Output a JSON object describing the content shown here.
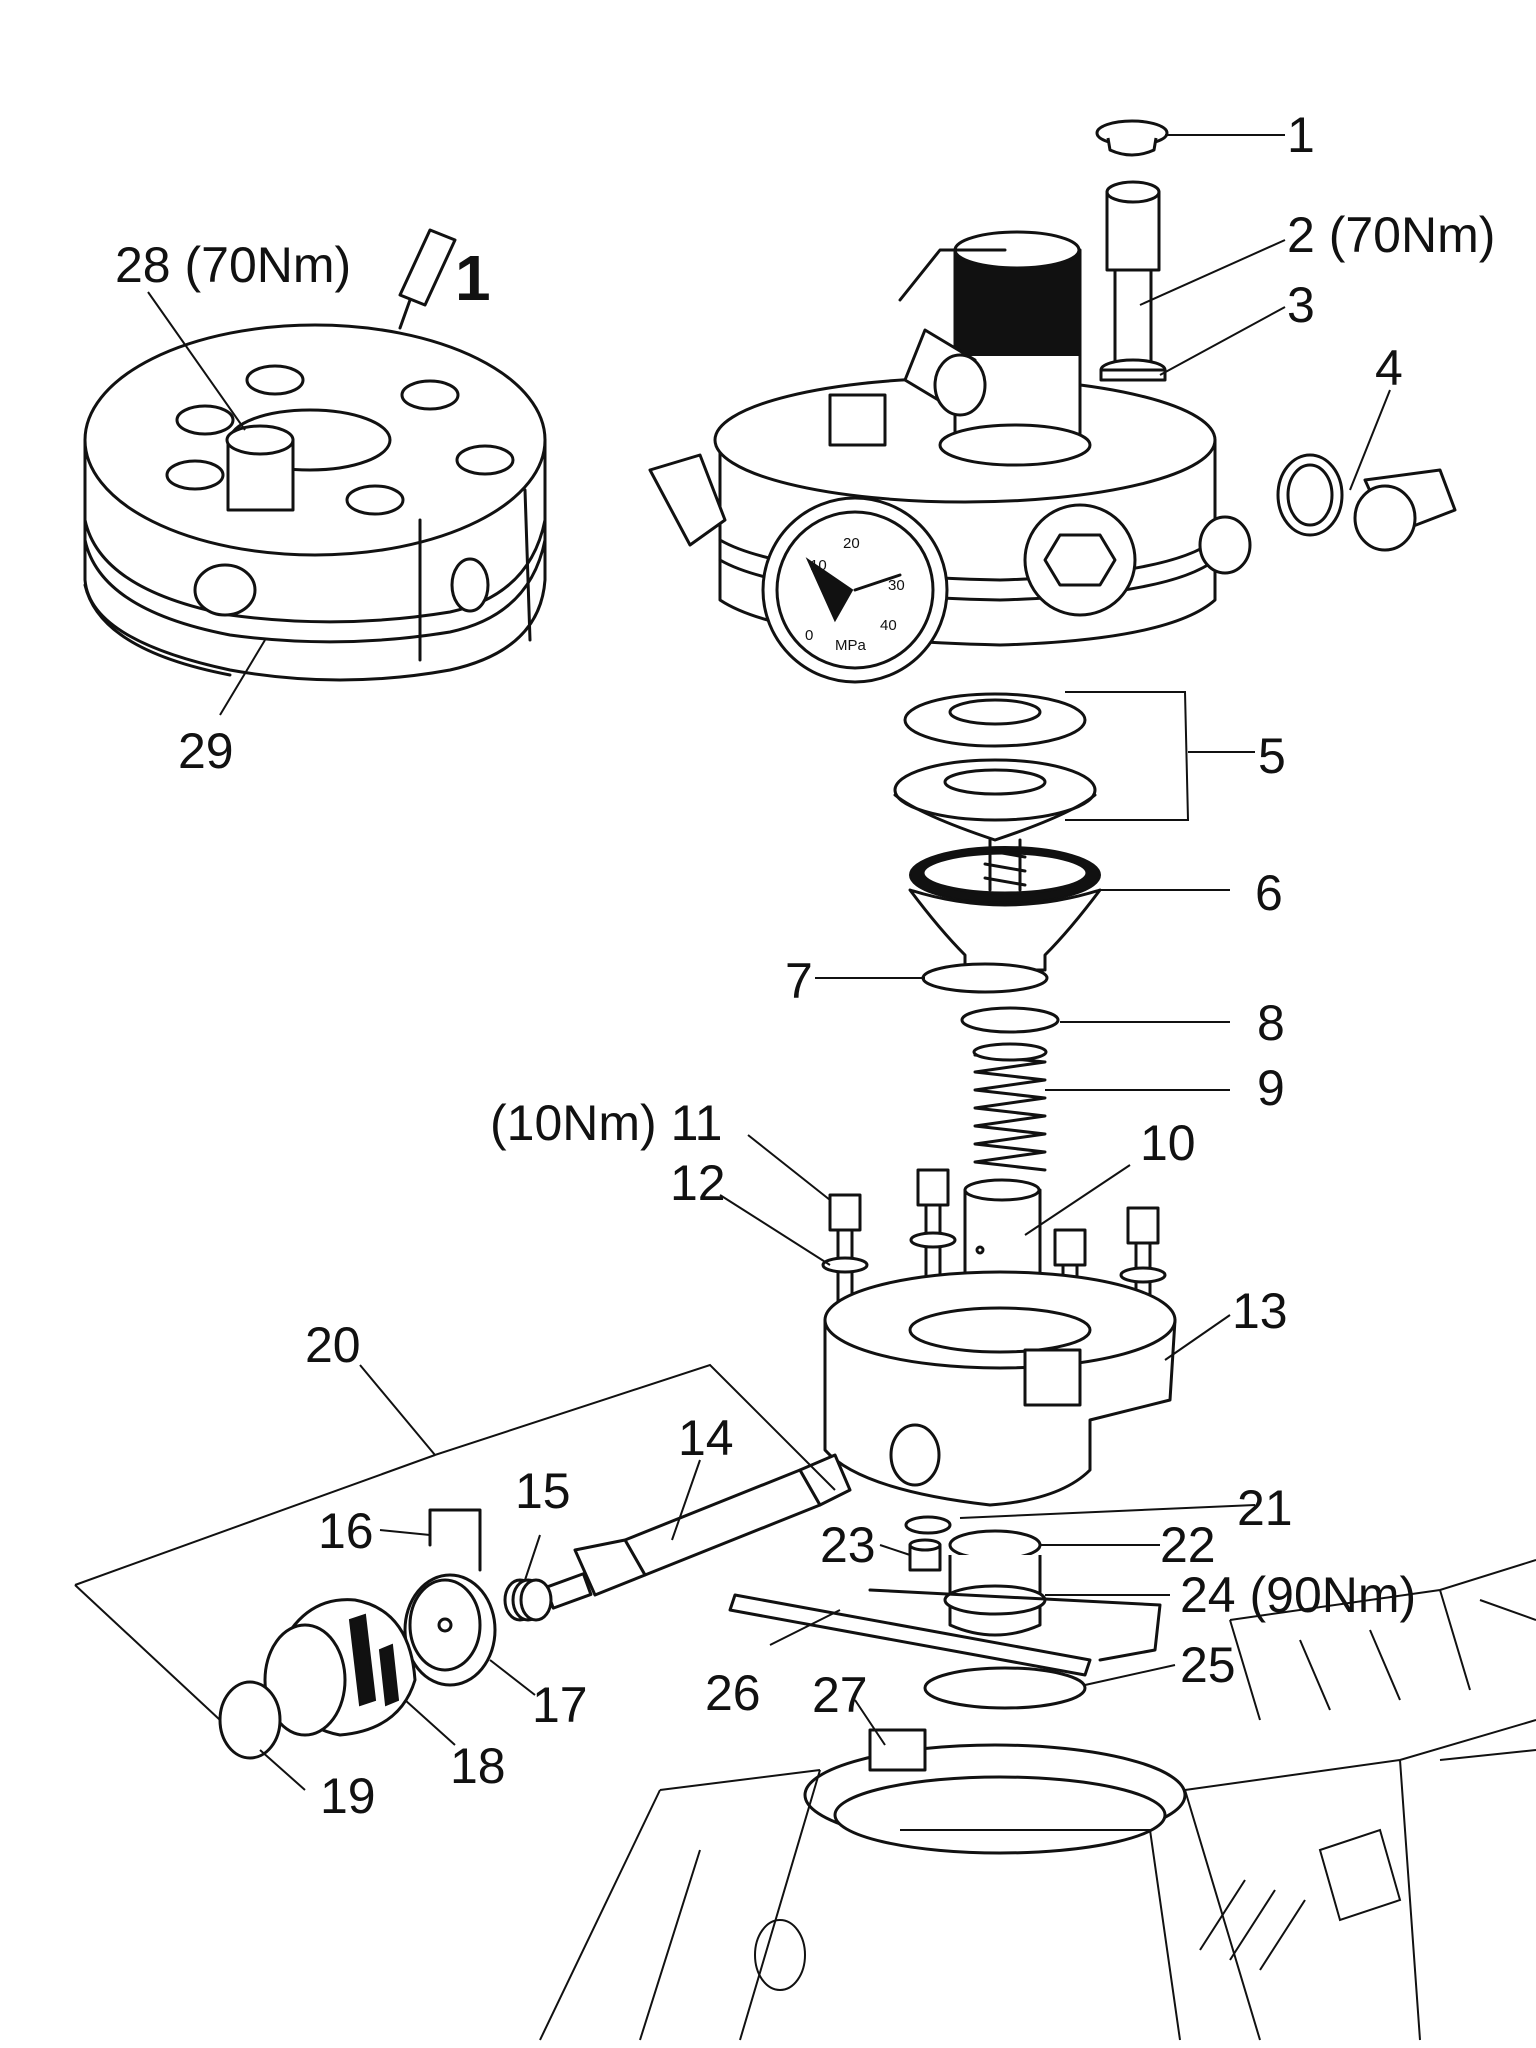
{
  "labels": {
    "p1": "1",
    "p2": "2 (70Nm)",
    "p3": "3",
    "p4": "4",
    "p5": "5",
    "p6": "6",
    "p7": "7",
    "p8": "8",
    "p9": "9",
    "p10": "10",
    "p11": "(10Nm) 11",
    "p12": "12",
    "p13": "13",
    "p14": "14",
    "p15": "15",
    "p16": "16",
    "p17": "17",
    "p18": "18",
    "p19": "19",
    "p20": "20",
    "p21": "21",
    "p22": "22",
    "p23": "23",
    "p24": "24 (90Nm)",
    "p25": "25",
    "p26": "26",
    "p27": "27",
    "p28": "28 (70Nm)",
    "p29": "29"
  },
  "adhesive_callout": "1",
  "gauge": {
    "scale": [
      "0",
      "10",
      "20",
      "30",
      "40"
    ],
    "units": "MPa"
  }
}
